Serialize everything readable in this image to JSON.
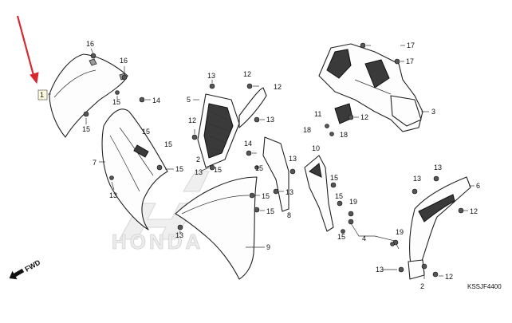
{
  "diagram": {
    "code": "KSSJF4400",
    "fwd_label": "FWD",
    "watermark_text": "HONDA",
    "accent_color": "#d7282f"
  },
  "callouts": {
    "c1": "1",
    "c2a": "2",
    "c2b": "2",
    "c3": "3",
    "c4": "4",
    "c5": "5",
    "c6": "6",
    "c7": "7",
    "c8": "8",
    "c9": "9",
    "c10": "10",
    "c11": "11",
    "c12a": "12",
    "c12b": "12",
    "c12c": "12",
    "c12d": "12",
    "c12e": "12",
    "c13a": "13",
    "c13b": "13",
    "c13c": "13",
    "c13d": "13",
    "c13e": "13",
    "c13f": "13",
    "c13g": "13",
    "c13h": "13",
    "c13i": "13",
    "c13j": "13",
    "c14a": "14",
    "c14b": "14",
    "c15a": "15",
    "c15b": "15",
    "c15c": "15",
    "c15d": "15",
    "c15e": "15",
    "c15f": "15",
    "c15g": "15",
    "c15h": "15",
    "c15i": "15",
    "c15j": "15",
    "c15k": "15",
    "c15l": "15",
    "c16a": "16",
    "c16b": "16",
    "c17a": "17",
    "c17b": "17",
    "c18a": "18",
    "c18b": "18",
    "c19a": "19",
    "c19b": "19"
  }
}
